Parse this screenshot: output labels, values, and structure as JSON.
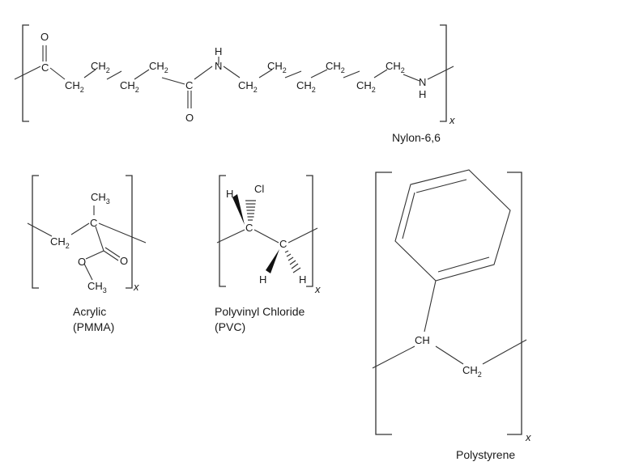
{
  "atoms": {
    "O": "O",
    "C": "C",
    "N": "N",
    "H": "H",
    "Cl": "Cl",
    "CH2": "CH",
    "CH3": "CH",
    "CH": "CH",
    "sub2": "2",
    "sub3": "3"
  },
  "repeat_symbol": "x",
  "polymers": {
    "nylon": {
      "caption": "Nylon-6,6"
    },
    "acrylic": {
      "caption_line1": "Acrylic",
      "caption_line2": "(PMMA)"
    },
    "pvc": {
      "caption_line1": "Polyvinyl Chloride",
      "caption_line2": "(PVC)"
    },
    "polystyrene": {
      "caption": "Polystyrene"
    }
  }
}
